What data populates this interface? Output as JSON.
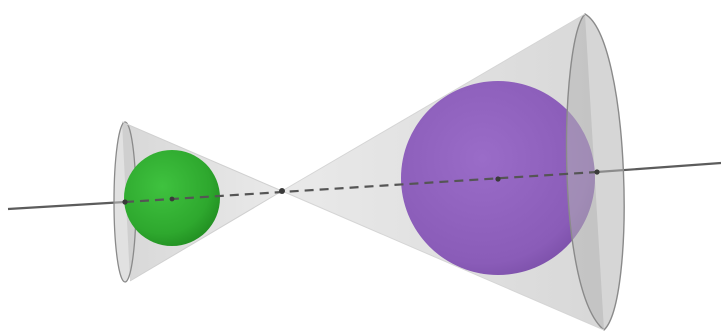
{
  "scene": {
    "background": "#ffffff",
    "cone_fill": "#b8b8b8",
    "cone_edge": "#8a8a8a",
    "axis_color": "#5c5c5c",
    "sphere_small_color": "#2ea82e",
    "sphere_large_color": "#8a5cb8",
    "point_color": "#3a3a3a",
    "axis_hidden_style": "dashed",
    "objects": [
      "axis-line",
      "left-cone",
      "right-cone",
      "green-sphere",
      "purple-sphere",
      "apex-point",
      "center-points"
    ]
  }
}
